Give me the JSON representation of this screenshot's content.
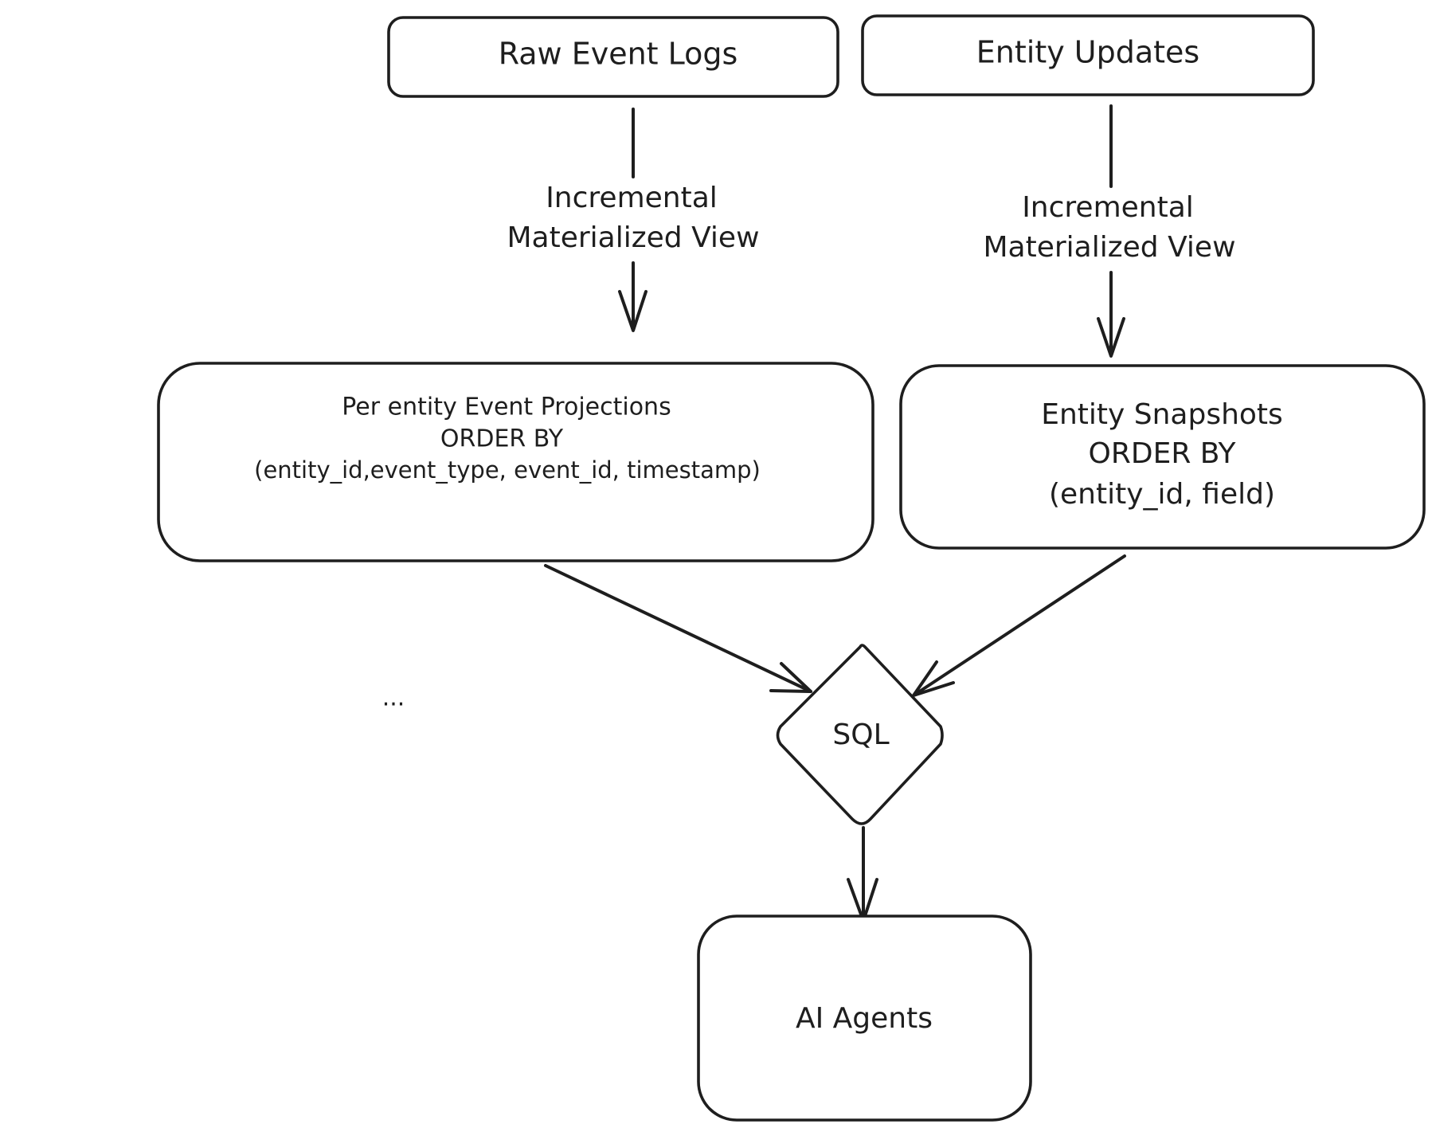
{
  "colors": {
    "stroke": "#1e1e1e",
    "background": "#ffffff"
  },
  "nodes": {
    "raw_event_logs": "Raw Event Logs",
    "entity_updates": "Entity Updates",
    "event_projections": [
      "Per entity Event Projections",
      "ORDER BY",
      "(entity_id,event_type, event_id, timestamp)"
    ],
    "entity_snapshots": [
      "Entity Snapshots",
      "ORDER BY",
      "(entity_id, field)"
    ],
    "sql": "SQL",
    "ai_agents": "AI Agents"
  },
  "edge_labels": {
    "left_view": [
      "Incremental",
      "Materialized View"
    ],
    "right_view": [
      "Incremental",
      "Materialized View"
    ]
  },
  "annotations": {
    "ellipsis": "..."
  }
}
